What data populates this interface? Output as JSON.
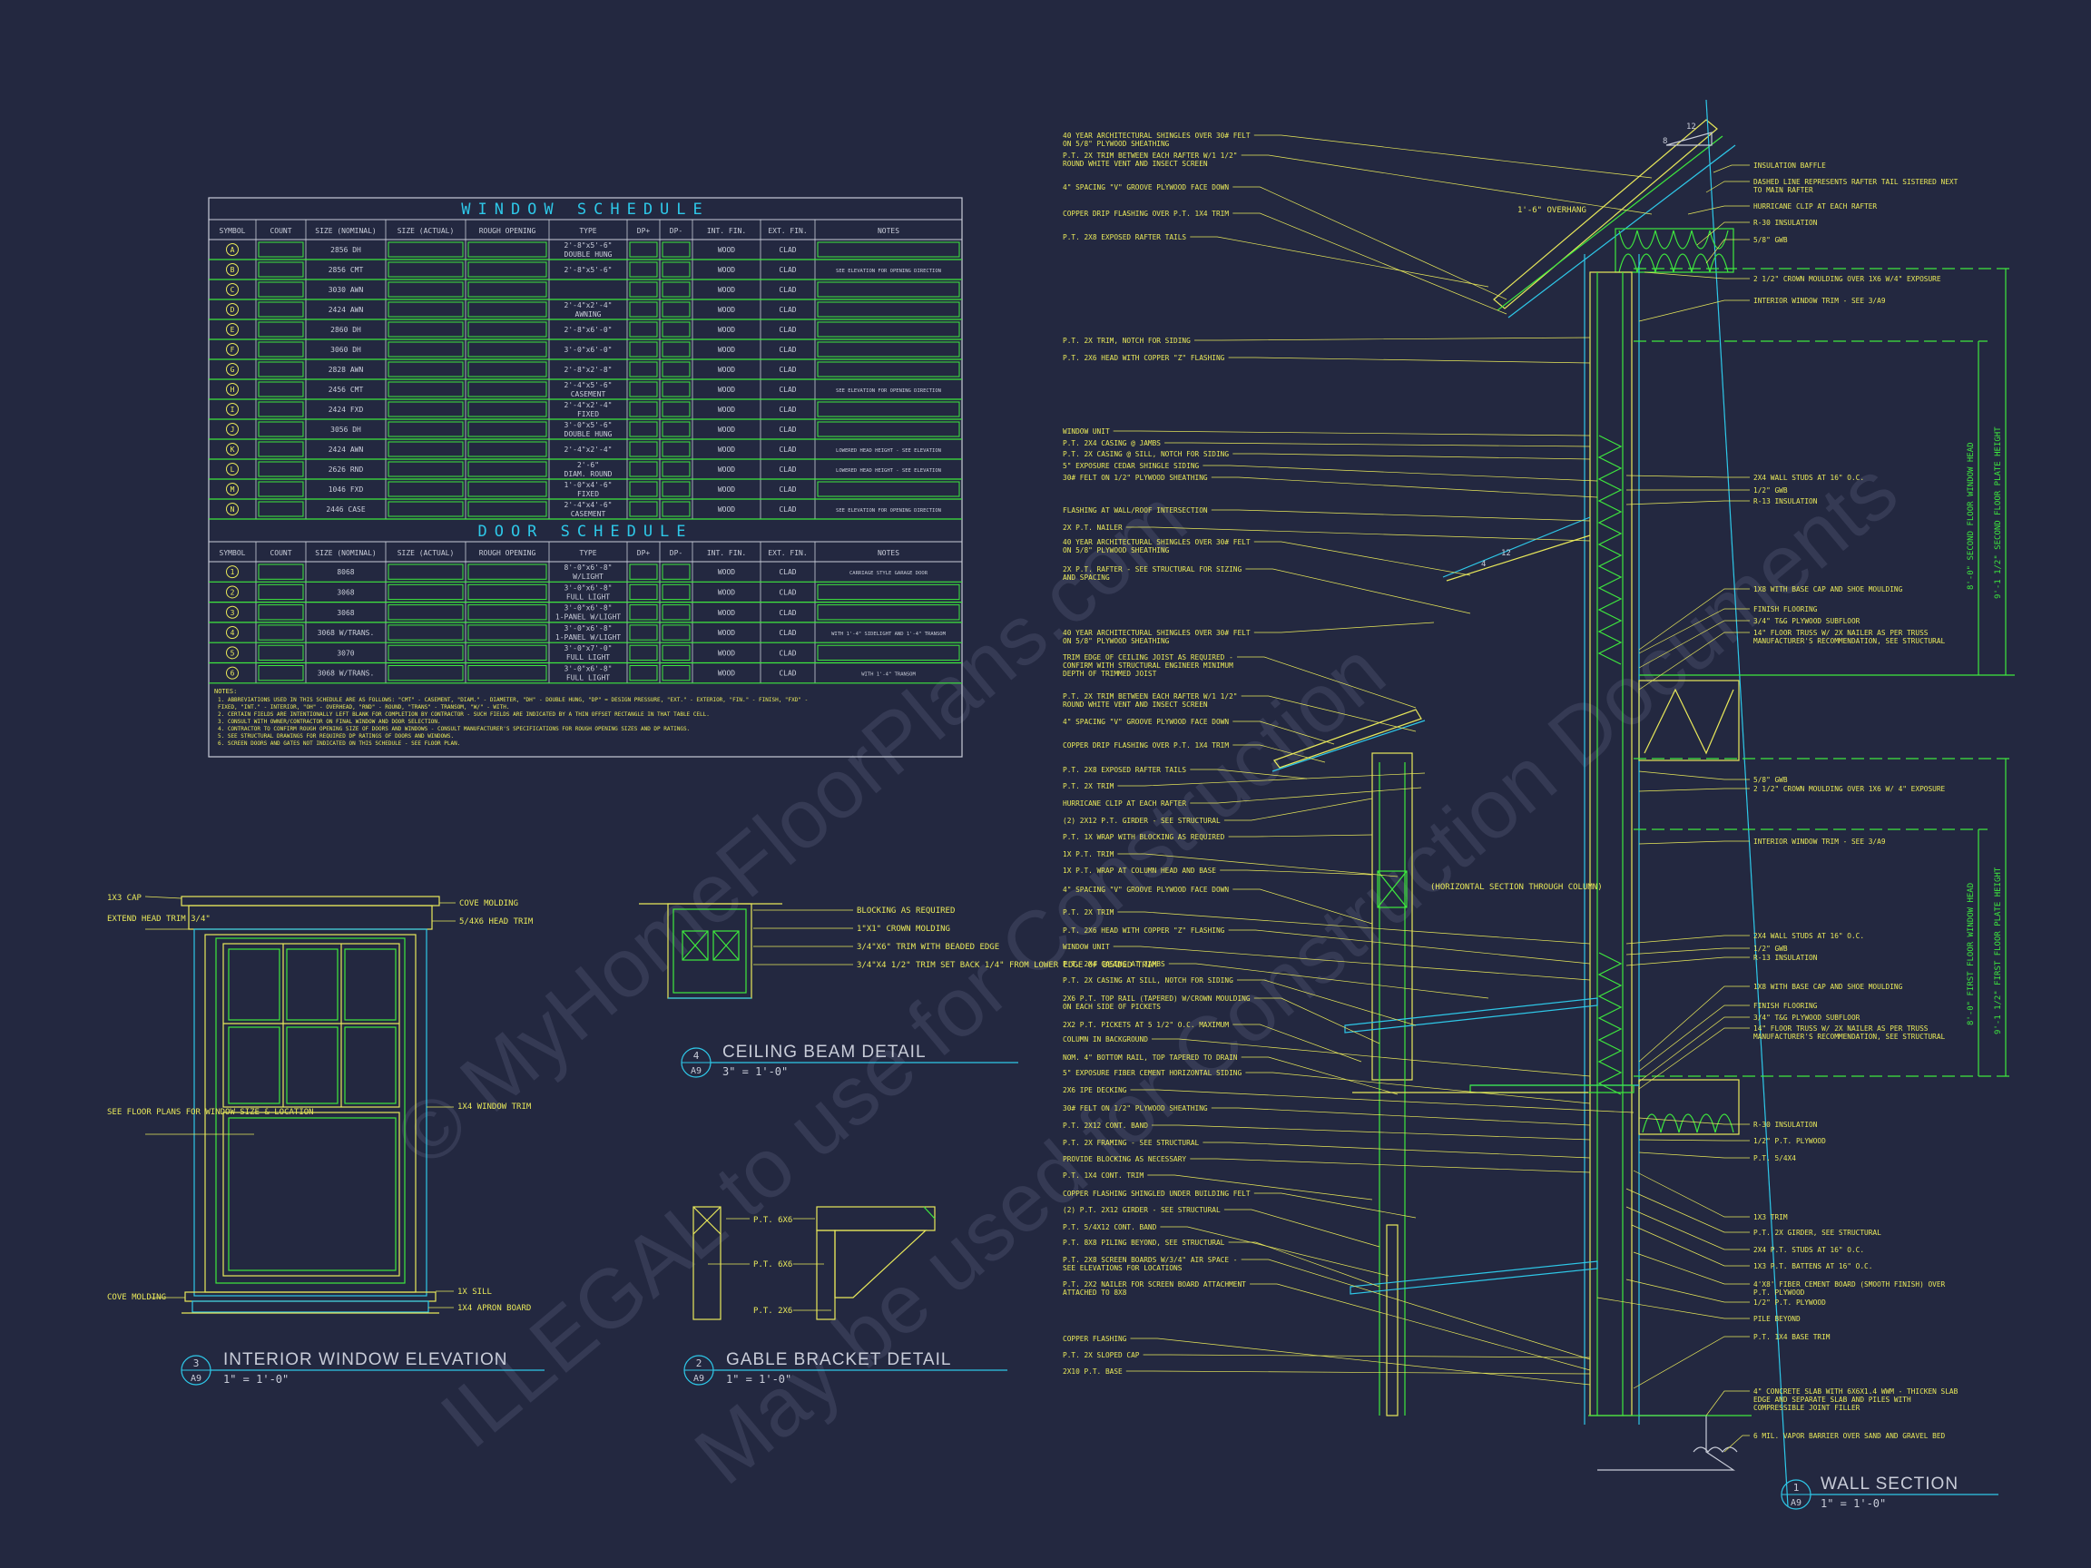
{
  "colors": {
    "bg": "#232840",
    "yellow": "#e8e85a",
    "green": "#3ee83e",
    "cyan": "#2ec8e8",
    "white": "#c8ccd8",
    "watermark": "#3a3f58"
  },
  "watermark": {
    "line1": "© MyHomeFloorPlans.com",
    "line2": "ILLEGAL to use for Construction",
    "line3": "May be used for Construction Documents"
  },
  "window_schedule": {
    "title": "WINDOW SCHEDULE",
    "headers": [
      "SYMBOL",
      "COUNT",
      "SIZE (NOMINAL)",
      "SIZE (ACTUAL)",
      "ROUGH OPENING",
      "TYPE",
      "DP+",
      "DP-",
      "INT. FIN.",
      "EXT. FIN.",
      "NOTES"
    ],
    "rows": [
      [
        "A",
        "",
        "2856 DH",
        "",
        "",
        "2'-8\"x5'-6\" DOUBLE HUNG",
        "",
        "",
        "WOOD",
        "CLAD",
        ""
      ],
      [
        "B",
        "",
        "2856 CMT",
        "",
        "",
        "2'-8\"x5'-6\"",
        "",
        "",
        "WOOD",
        "CLAD",
        "SEE ELEVATION FOR OPENING DIRECTION"
      ],
      [
        "C",
        "",
        "3030 AWN",
        "",
        "",
        "",
        "",
        "",
        "WOOD",
        "CLAD",
        ""
      ],
      [
        "D",
        "",
        "2424 AWN",
        "",
        "",
        "2'-4\"x2'-4\" AWNING",
        "",
        "",
        "WOOD",
        "CLAD",
        ""
      ],
      [
        "E",
        "",
        "2860 DH",
        "",
        "",
        "2'-8\"x6'-0\"",
        "",
        "",
        "WOOD",
        "CLAD",
        ""
      ],
      [
        "F",
        "",
        "3060 DH",
        "",
        "",
        "3'-0\"x6'-0\"",
        "",
        "",
        "WOOD",
        "CLAD",
        ""
      ],
      [
        "G",
        "",
        "2828 AWN",
        "",
        "",
        "2'-8\"x2'-8\"",
        "",
        "",
        "WOOD",
        "CLAD",
        ""
      ],
      [
        "H",
        "",
        "2456 CMT",
        "",
        "",
        "2'-4\"x5'-6\" CASEMENT",
        "",
        "",
        "WOOD",
        "CLAD",
        "SEE ELEVATION FOR OPENING DIRECTION"
      ],
      [
        "I",
        "",
        "2424 FXD",
        "",
        "",
        "2'-4\"x2'-4\" FIXED",
        "",
        "",
        "WOOD",
        "CLAD",
        ""
      ],
      [
        "J",
        "",
        "3056 DH",
        "",
        "",
        "3'-0\"x5'-6\" DOUBLE HUNG",
        "",
        "",
        "WOOD",
        "CLAD",
        ""
      ],
      [
        "K",
        "",
        "2424 AWN",
        "",
        "",
        "2'-4\"x2'-4\"",
        "",
        "",
        "WOOD",
        "CLAD",
        "LOWERED HEAD HEIGHT - SEE ELEVATION"
      ],
      [
        "L",
        "",
        "2626 RND",
        "",
        "",
        "2'-6\" DIAM. ROUND",
        "",
        "",
        "WOOD",
        "CLAD",
        "LOWERED HEAD HEIGHT - SEE ELEVATION"
      ],
      [
        "M",
        "",
        "1046 FXD",
        "",
        "",
        "1'-0\"x4'-6\" FIXED",
        "",
        "",
        "WOOD",
        "CLAD",
        ""
      ],
      [
        "N",
        "",
        "2446 CASE",
        "",
        "",
        "2'-4\"x4'-6\" CASEMENT",
        "",
        "",
        "WOOD",
        "CLAD",
        "SEE ELEVATION FOR OPENING DIRECTION"
      ]
    ]
  },
  "door_schedule": {
    "title": "DOOR SCHEDULE",
    "headers": [
      "SYMBOL",
      "COUNT",
      "SIZE (NOMINAL)",
      "SIZE (ACTUAL)",
      "ROUGH OPENING",
      "TYPE",
      "DP+",
      "DP-",
      "INT. FIN.",
      "EXT. FIN.",
      "NOTES"
    ],
    "rows": [
      [
        "1",
        "",
        "8068",
        "",
        "",
        "8'-0\"x6'-8\" W/LIGHT",
        "",
        "",
        "WOOD",
        "CLAD",
        "CARRIAGE STYLE GARAGE DOOR"
      ],
      [
        "2",
        "",
        "3068",
        "",
        "",
        "3'-0\"x6'-8\" FULL LIGHT",
        "",
        "",
        "WOOD",
        "CLAD",
        ""
      ],
      [
        "3",
        "",
        "3068",
        "",
        "",
        "3'-0\"x6'-8\" 1-PANEL W/LIGHT",
        "",
        "",
        "WOOD",
        "CLAD",
        ""
      ],
      [
        "4",
        "",
        "3068 W/TRANS.",
        "",
        "",
        "3'-0\"x6'-8\" 1-PANEL W/LIGHT",
        "",
        "",
        "WOOD",
        "CLAD",
        "WITH 1'-4\" SIDELIGHT AND 1'-4\" TRANSOM"
      ],
      [
        "5",
        "",
        "3070",
        "",
        "",
        "3'-0\"x7'-0\" FULL LIGHT",
        "",
        "",
        "WOOD",
        "CLAD",
        ""
      ],
      [
        "6",
        "",
        "3068 W/TRANS.",
        "",
        "",
        "3'-0\"x6'-8\" FULL LIGHT",
        "",
        "",
        "WOOD",
        "CLAD",
        "WITH 1'-4\" TRANSOM"
      ]
    ]
  },
  "notes": {
    "title": "NOTES:",
    "lines": [
      "1.  ABBREVIATIONS USED IN THIS SCHEDULE ARE AS FOLLOWS: \"CMT\" - CASEMENT, \"DIAM.\" - DIAMETER, \"DH\" - DOUBLE HUNG, \"DP\" = DESIGN PRESSURE, \"EXT.\" - EXTERIOR, \"FIN.\" - FINISH, \"FXD\" -",
      "     FIXED, \"INT.\" - INTERIOR, \"OH\" - OVERHEAD, \"RND\" - ROUND, \"TRANS\" - TRANSOM, \"W/\" - WITH.",
      "2.  CERTAIN FIELDS ARE INTENTIONALLY LEFT BLANK FOR COMPLETION BY CONTRACTOR - SUCH FIELDS ARE INDICATED BY A THIN OFFSET RECTANGLE IN THAT TABLE CELL.",
      "3.  CONSULT WITH OWNER/CONTRACTOR ON FINAL WINDOW AND DOOR SELECTION.",
      "4.  CONTRACTOR TO CONFIRM ROUGH OPENING SIZE OF DOORS AND WINDOWS - CONSULT MANUFACTURER'S SPECIFICATIONS FOR ROUGH OPENING SIZES AND DP RATINGS.",
      "5.  SEE STRUCTURAL DRAWINGS FOR REQUIRED DP RATINGS OF DOORS AND WINDOWS.",
      "6.  SCREEN DOORS AND GATES NOT INDICATED ON THIS SCHEDULE - SEE FLOOR PLAN."
    ]
  },
  "detail_titles": [
    {
      "num": "3",
      "sheet": "A9",
      "title": "INTERIOR WINDOW ELEVATION",
      "scale": "1\" = 1'-0\""
    },
    {
      "num": "4",
      "sheet": "A9",
      "title": "CEILING BEAM DETAIL",
      "scale": "3\" = 1'-0\""
    },
    {
      "num": "2",
      "sheet": "A9",
      "title": "GABLE BRACKET DETAIL",
      "scale": "1\" = 1'-0\""
    },
    {
      "num": "1",
      "sheet": "A9",
      "title": "WALL SECTION",
      "scale": "1\" = 1'-0\""
    }
  ],
  "window_elev_labels": {
    "left": [
      "1X3 CAP",
      "EXTEND HEAD TRIM 3/4\"",
      "SEE FLOOR PLANS FOR WINDOW SIZE & LOCATION",
      "COVE MOLDING"
    ],
    "right": [
      "COVE MOLDING",
      "5/4X6 HEAD TRIM",
      "1X4 WINDOW TRIM",
      "1X SILL",
      "1X4 APRON BOARD"
    ]
  },
  "ceiling_beam_labels": [
    "BLOCKING AS REQUIRED",
    "1\"X1\" CROWN MOLDING",
    "3/4\"X6\" TRIM WITH BEADED EDGE",
    "3/4\"X4 1/2\" TRIM SET BACK 1/4\" FROM LOWER EDGE OF BEADED TRIM"
  ],
  "gable_labels": [
    "P.T. 6X6",
    "P.T. 6X6",
    "P.T. 2X6"
  ],
  "wall_left_labels": [
    "40 YEAR ARCHITECTURAL SHINGLES OVER 30# FELT ON 5/8\" PLYWOOD SHEATHING",
    "P.T. 2X TRIM BETWEEN EACH RAFTER W/1 1/2\" ROUND WHITE VENT AND INSECT SCREEN",
    "4\" SPACING \"V\" GROOVE PLYWOOD FACE DOWN",
    "COPPER DRIP FLASHING OVER P.T. 1X4 TRIM",
    "P.T. 2X8 EXPOSED RAFTER TAILS",
    "P.T. 2X TRIM, NOTCH FOR SIDING",
    "P.T. 2X6 HEAD WITH COPPER \"Z\" FLASHING",
    "WINDOW UNIT",
    "P.T. 2X4 CASING @ JAMBS",
    "P.T. 2X CASING @ SILL, NOTCH FOR SIDING",
    "5\" EXPOSURE CEDAR SHINGLE SIDING",
    "30# FELT ON 1/2\" PLYWOOD SHEATHING",
    "FLASHING AT WALL/ROOF INTERSECTION",
    "2X P.T. NAILER",
    "40 YEAR ARCHITECTURAL SHINGLES OVER 30# FELT ON 5/8\" PLYWOOD SHEATHING",
    "2X P.T. RAFTER - SEE STRUCTURAL FOR SIZING AND SPACING",
    "40 YEAR ARCHITECTURAL SHINGLES OVER 30# FELT ON 5/8\" PLYWOOD SHEATHING",
    "TRIM EDGE OF CEILING JOIST AS REQUIRED - CONFIRM WITH STRUCTURAL ENGINEER MINIMUM DEPTH OF TRIMMED JOIST",
    "P.T. 2X TRIM BETWEEN EACH RAFTER W/1 1/2\" ROUND WHITE VENT AND INSECT SCREEN",
    "4\" SPACING \"V\" GROOVE PLYWOOD FACE DOWN",
    "COPPER DRIP FLASHING OVER P.T. 1X4 TRIM",
    "P.T. 2X8 EXPOSED RAFTER TAILS",
    "P.T. 2X TRIM",
    "HURRICANE CLIP AT EACH RAFTER",
    "(2) 2X12 P.T. GIRDER - SEE STRUCTURAL",
    "P.T. 1X WRAP WITH BLOCKING AS REQUIRED",
    "1X P.T. TRIM",
    "1X P.T. WRAP AT COLUMN HEAD AND BASE",
    "4\" SPACING \"V\" GROOVE PLYWOOD FACE DOWN",
    "P.T. 2X TRIM",
    "P.T. 2X6 HEAD WITH COPPER \"Z\" FLASHING",
    "WINDOW UNIT",
    "P.T. 2X4 CASING AT JAMBS",
    "P.T. 2X CASING AT SILL, NOTCH FOR SIDING",
    "2X6 P.T. TOP RAIL (TAPERED) W/CROWN MOULDING ON EACH SIDE OF PICKETS",
    "2X2 P.T. PICKETS AT 5 1/2\" O.C. MAXIMUM",
    "COLUMN IN BACKGROUND",
    "NOM. 4\" BOTTOM RAIL, TOP TAPERED TO DRAIN",
    "5\" EXPOSURE FIBER CEMENT HORIZONTAL SIDING",
    "2X6 IPE DECKING",
    "30# FELT ON 1/2\" PLYWOOD SHEATHING",
    "P.T. 2X12 CONT. BAND",
    "P.T. 2X FRAMING - SEE STRUCTURAL",
    "PROVIDE BLOCKING AS NECESSARY",
    "P.T. 1X4 CONT. TRIM",
    "COPPER FLASHING SHINGLED UNDER BUILDING FELT",
    "(2) P.T. 2X12 GIRDER - SEE STRUCTURAL",
    "P.T. 5/4X12 CONT. BAND",
    "P.T. 8X8 PILING BEYOND, SEE STRUCTURAL",
    "P.T. 2X8 SCREEN BOARDS W/3/4\" AIR SPACE - SEE ELEVATIONS FOR LOCATIONS",
    "P.T. 2X2 NAILER FOR SCREEN BOARD ATTACHMENT ATTACHED TO 8X8",
    "COPPER FLASHING",
    "P.T. 2X SLOPED CAP",
    "2X10 P.T. BASE"
  ],
  "wall_right_labels": [
    "INSULATION BAFFLE",
    "DASHED LINE REPRESENTS RAFTER TAIL SISTERED NEXT TO MAIN RAFTER",
    "HURRICANE CLIP AT EACH RAFTER",
    "R-30 INSULATION",
    "5/8\" GWB",
    "2 1/2\" CROWN MOULDING OVER 1X6 W/4\" EXPOSURE",
    "INTERIOR WINDOW TRIM - SEE 3/A9",
    "2X4 WALL STUDS AT 16\" O.C.",
    "1/2\" GWB",
    "R-13 INSULATION",
    "1X8 WITH BASE CAP AND SHOE MOULDING",
    "FINISH FLOORING",
    "3/4\" T&G PLYWOOD SUBFLOOR",
    "14\" FLOOR TRUSS W/ 2X NAILER AS PER TRUSS MANUFACTURER'S RECOMMENDATION, SEE STRUCTURAL",
    "5/8\" GWB",
    "2 1/2\" CROWN MOULDING OVER 1X6 W/ 4\" EXPOSURE",
    "INTERIOR WINDOW TRIM - SEE 3/A9",
    "2X4 WALL STUDS AT 16\" O.C.",
    "1/2\" GWB",
    "R-13 INSULATION",
    "1X8 WITH BASE CAP AND SHOE MOULDING",
    "FINISH FLOORING",
    "3/4\" T&G PLYWOOD SUBFLOOR",
    "14\" FLOOR TRUSS W/ 2X NAILER AS PER TRUSS MANUFACTURER'S RECOMMENDATION, SEE STRUCTURAL",
    "R-30 INSULATION",
    "1/2\" P.T. PLYWOOD",
    "P.T. 5/4X4",
    "1X3 TRIM",
    "P.T. 2X GIRDER, SEE STRUCTURAL",
    "2X4 P.T. STUDS AT 16\" O.C.",
    "1X3 P.T. BATTENS AT 16\" O.C.",
    "4'X8' FIBER CEMENT BOARD (SMOOTH FINISH) OVER P.T. PLYWOOD",
    "1/2\" P.T. PLYWOOD",
    "PILE BEYOND",
    "P.T. 1X4 BASE TRIM",
    "4\" CONCRETE SLAB WITH 6X6X1.4 WWM - THICKEN SLAB EDGE AND SEPARATE SLAB AND PILES WITH COMPRESSIBLE JOINT FILLER",
    "6 MIL. VAPOR BARRIER OVER SAND AND GRAVEL BED"
  ],
  "wall_misc": {
    "overhang": "1'-6\" OVERHANG",
    "pitch_run": "12",
    "pitch_rise": "8",
    "pitch2_run": "12",
    "pitch2_rise": "4",
    "column_section": "(HORIZONTAL SECTION THROUGH COLUMN)",
    "dim1": "8'-0\" SECOND FLOOR WINDOW HEAD",
    "dim2": "9'-1 1/2\" SECOND FLOOR PLATE HEIGHT",
    "dim3": "8'-0\" FIRST FLOOR WINDOW HEAD",
    "dim4": "9'-1 1/2\" FIRST FLOOR PLATE HEIGHT"
  }
}
